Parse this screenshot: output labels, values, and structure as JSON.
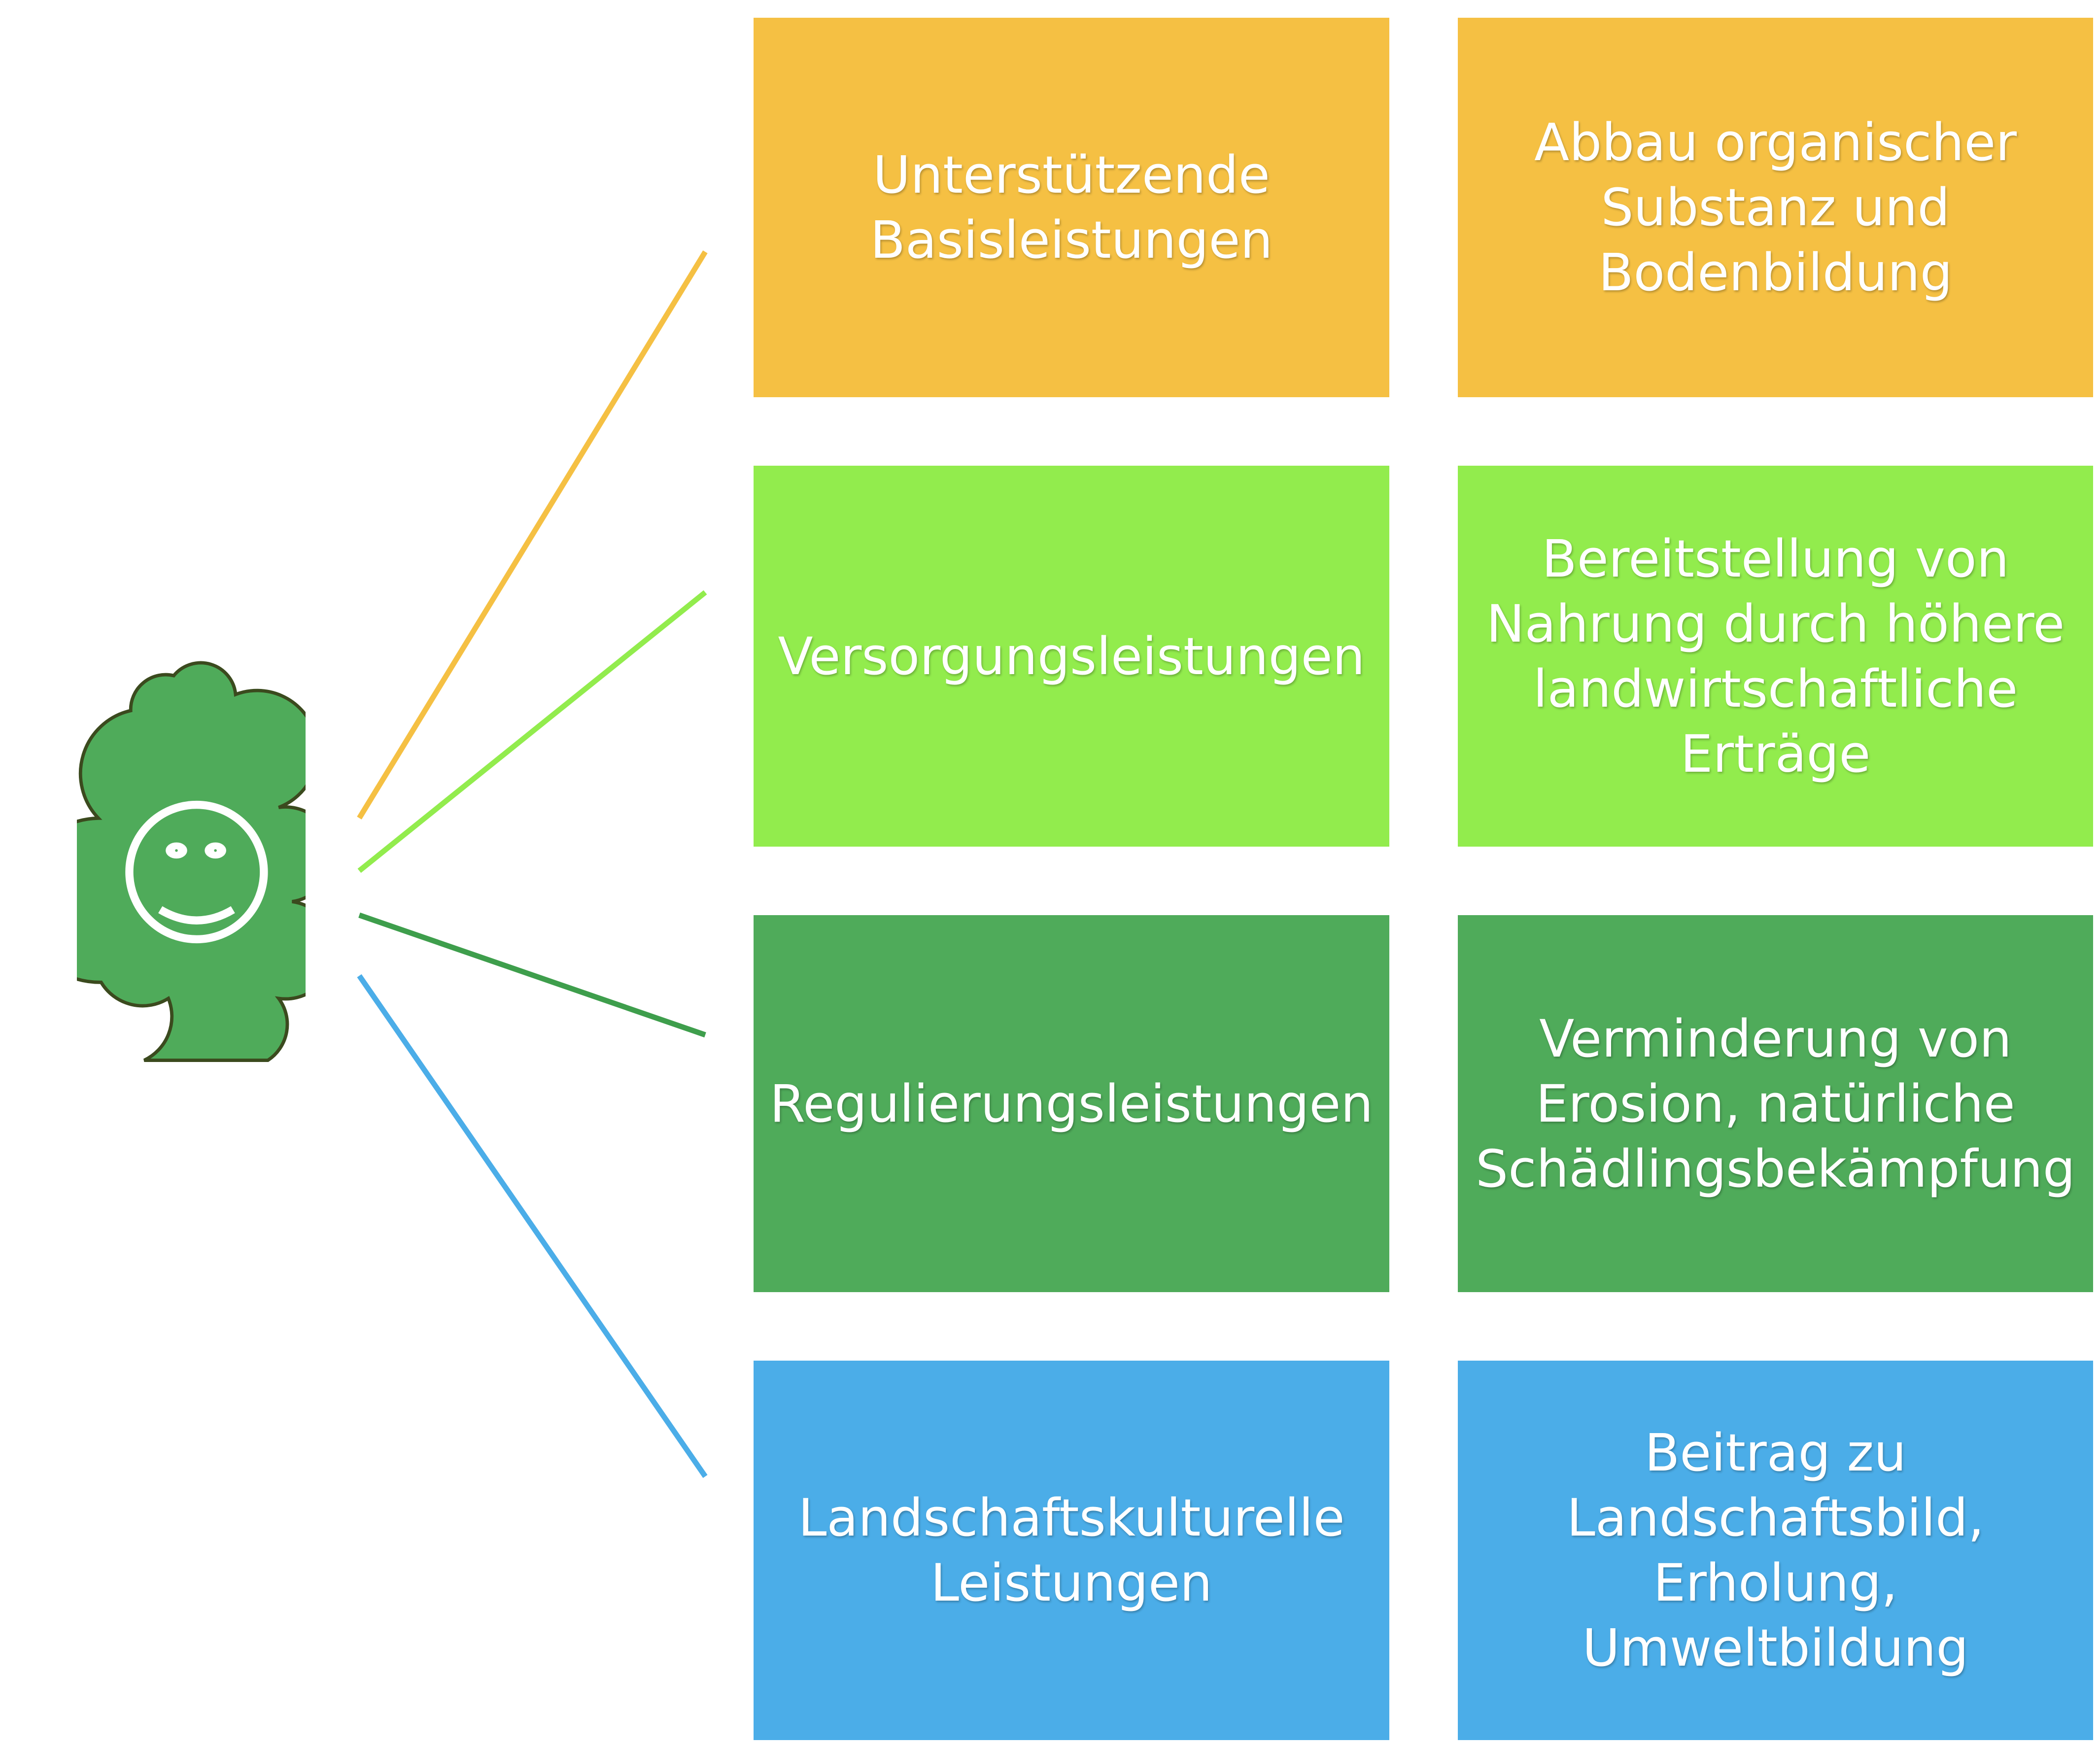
{
  "colors": {
    "supporting": "#F5C043",
    "provisioning": "#92EC4D",
    "regulating": "#4FAB5A",
    "cultural": "#4BADE8",
    "regulating_line": "#3E9E4C",
    "tree": "#4FAB5A",
    "tree_outline": "#3B4A1E"
  },
  "rows": [
    {
      "category": "Unterstützende\nBasisleistungen",
      "example": "Abbau organischer\nSubstanz und\nBodenbildung"
    },
    {
      "category": "Versorgungsleistungen",
      "example": "Bereitstellung von\nNahrung durch höhere\nlandwirtschaftliche\nErträge"
    },
    {
      "category": "Regulierungsleistungen",
      "example": "Verminderung von\nErosion, natürliche\nSchädlingsbekämpfung"
    },
    {
      "category": "Landschaftskulturelle\nLeistungen",
      "example": "Beitrag zu\nLandschaftsbild,\nErholung,\nUmweltbildung"
    }
  ],
  "icon": "smiling-tree-icon"
}
